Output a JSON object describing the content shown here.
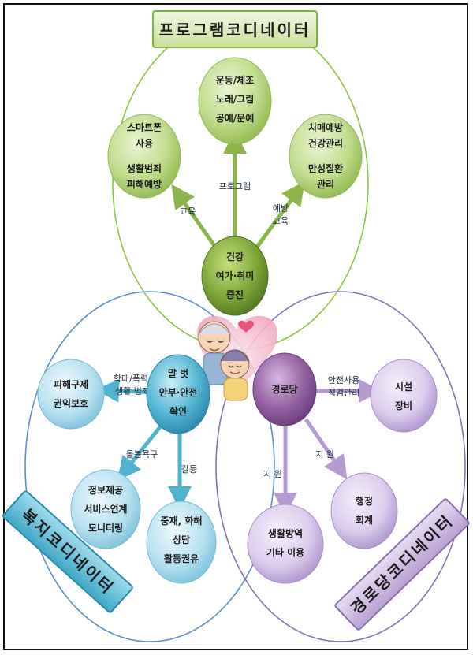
{
  "titles": {
    "program": "프로그램코디네이터",
    "welfare": "복지코디네이터",
    "senior_hall": "경로당코디네이터"
  },
  "program_center": [
    "건강",
    "여가·취미",
    "증진"
  ],
  "program_nodes": {
    "activities": [
      "운동/체조",
      "노래/그림",
      "공예/문예"
    ],
    "education": [
      "스마트폰",
      "사용",
      "",
      "생활범죄",
      "피해예방"
    ],
    "health": [
      "치매예방",
      "건강관리",
      "",
      "만성질환",
      "관리"
    ]
  },
  "program_labels": {
    "left": "교육",
    "middle": "프로그램",
    "right": [
      "예방",
      "교육"
    ]
  },
  "welfare_center": [
    "말 벗",
    "안부·안전",
    "확인"
  ],
  "welfare_nodes": {
    "protection": [
      "피해구제",
      "권익보호"
    ],
    "info": [
      "정보제공",
      "서비스연계",
      "모니터링"
    ],
    "mediation": [
      "중재, 화해",
      "상담",
      "활동권유"
    ]
  },
  "welfare_labels": {
    "left": [
      "학대/폭력",
      "생활 범죄"
    ],
    "down_left": "돌봄욕구",
    "down": "갈등"
  },
  "senior_center": "경로당",
  "senior_nodes": {
    "facility": [
      "시설",
      "장비"
    ],
    "life": [
      "생활방역",
      "기타 이용"
    ],
    "admin": [
      "행정",
      "회계"
    ]
  },
  "senior_labels": {
    "right": [
      "안전사용",
      "점검관리"
    ],
    "down": "지 원",
    "down_right": "지 원"
  },
  "colors": {
    "green_circle": "#8cc63f",
    "blue_circle": "#5a8fcf",
    "purple_circle": "#8a6fb0",
    "green_node": "#b5d67a",
    "green_center": "#6e9a2a",
    "blue_node": "#a9d8ea",
    "teal_center": "#3ba8c8",
    "purple_node": "#d6c7ea",
    "purple_center": "#8a5aa0",
    "green_arrow": "#8bb54a",
    "teal_arrow": "#4fb3cf",
    "purple_arrow": "#b59ad0"
  }
}
